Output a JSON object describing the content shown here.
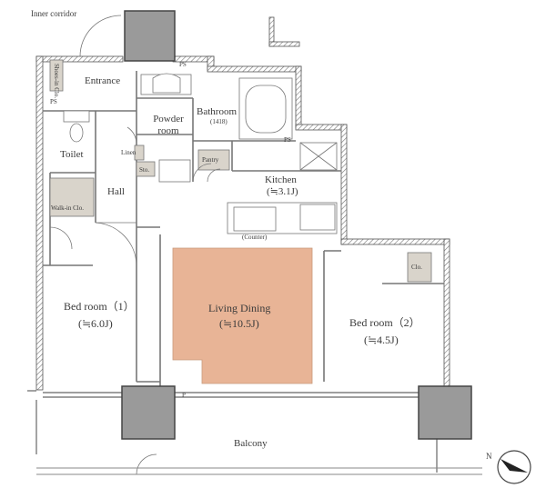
{
  "floorplan": {
    "labels": {
      "inner_corridor": "Inner corridor",
      "entrance": "Entrance",
      "shoes_in_closet": "Shoes-in Clo.",
      "ps_entrance": "PS",
      "ps_top": "PS",
      "ps_bath": "PS",
      "powder_room": "Powder room",
      "bathroom": "Bathroom",
      "bathroom_size": "(1418)",
      "toilet": "Toilet",
      "linen": "Linen",
      "storage": "Sto.",
      "pantry": "Pantry",
      "hall": "Hall",
      "kitchen": "Kitchen",
      "kitchen_size": "(≒3.1J)",
      "counter": "(Counter)",
      "walk_in_closet": "Walk-in Clo.",
      "bedroom1": "Bed room（1）",
      "bedroom1_size": "(≒6.0J)",
      "living_dining": "Living Dining",
      "living_dining_size": "(≒10.5J)",
      "bedroom2": "Bed room（2）",
      "bedroom2_size": "(≒4.5J)",
      "closet": "Clo.",
      "p_mark": "P",
      "balcony": "Balcony",
      "north": "N"
    },
    "colors": {
      "wall": "#888888",
      "column": "#9a9a9a",
      "living_floor": "#e8b496",
      "fixture": "#d9d4cb"
    }
  }
}
